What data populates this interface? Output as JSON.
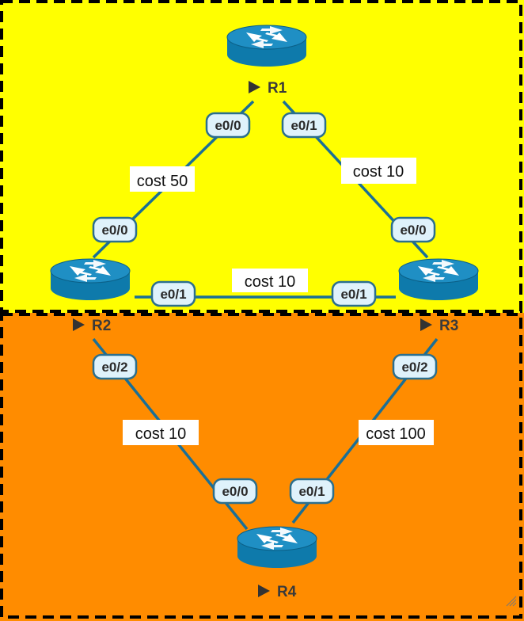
{
  "areas": {
    "top": {
      "color": "#ffff00"
    },
    "bottom": {
      "color": "#ff8c00"
    }
  },
  "colors": {
    "link": "#1a6f96",
    "router_body": "#0e7aab",
    "router_top": "#1f8fc4",
    "port_fill": "#dff2fb",
    "port_stroke": "#2b6f8e",
    "cost_bg": "#ffffff",
    "border": "#000000"
  },
  "routers": {
    "r1": {
      "label": "R1",
      "icon": "router-icon"
    },
    "r2": {
      "label": "R2",
      "icon": "router-icon"
    },
    "r3": {
      "label": "R3",
      "icon": "router-icon"
    },
    "r4": {
      "label": "R4",
      "icon": "router-icon"
    }
  },
  "links": {
    "r1_r2": {
      "cost": "cost 50",
      "a_port": "e0/0",
      "b_port": "e0/0"
    },
    "r1_r3": {
      "cost": "cost 10",
      "a_port": "e0/1",
      "b_port": "e0/0"
    },
    "r2_r3": {
      "cost": "cost 10",
      "a_port": "e0/1",
      "b_port": "e0/1"
    },
    "r2_r4": {
      "cost": "cost 10",
      "a_port": "e0/2",
      "b_port": "e0/0"
    },
    "r3_r4": {
      "cost": "cost 100",
      "a_port": "e0/2",
      "b_port": "e0/1"
    }
  }
}
